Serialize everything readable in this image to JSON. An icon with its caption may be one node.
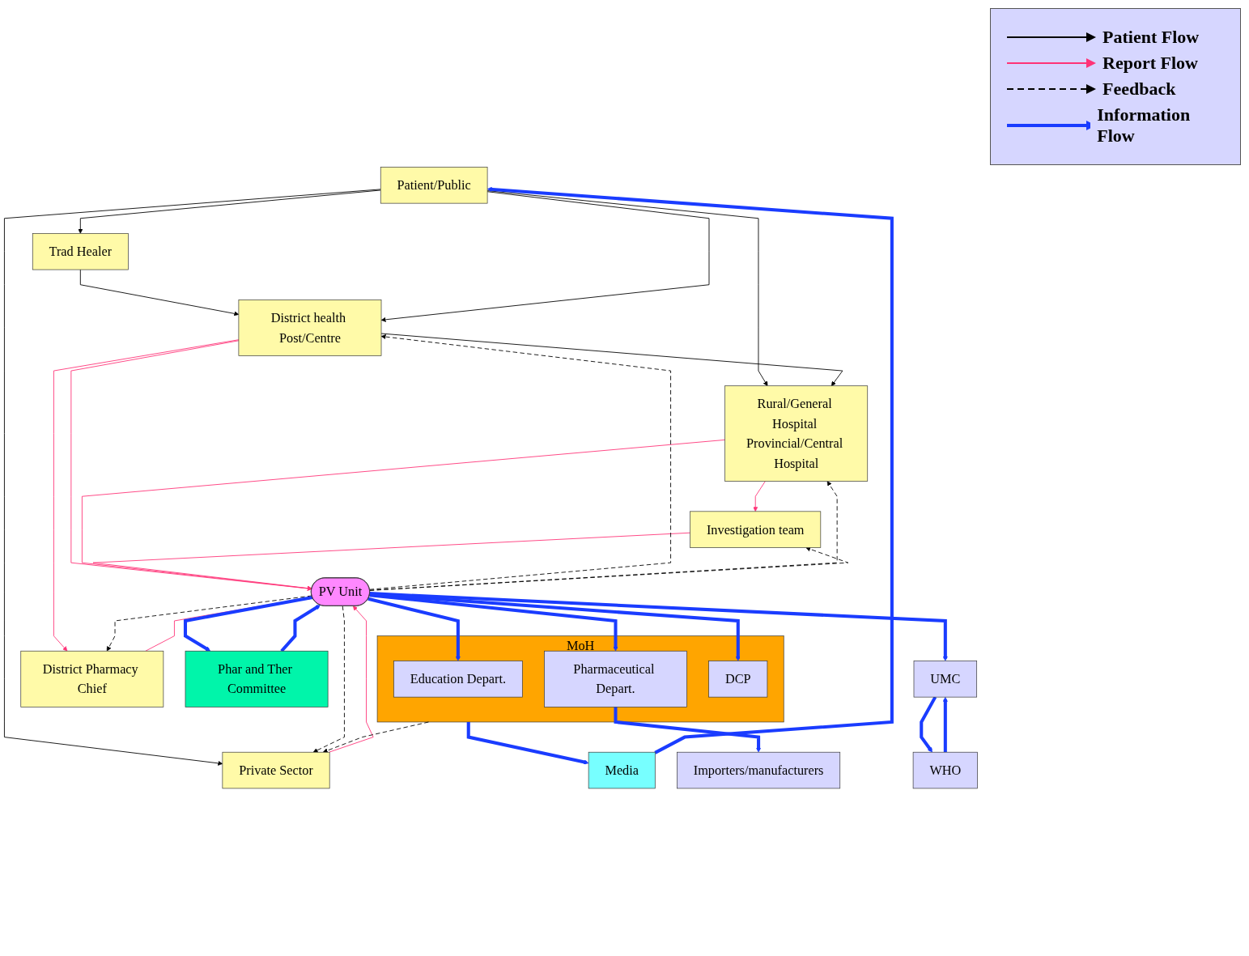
{
  "diagram": {
    "nodes": [
      {
        "text": [
          "Patient/Public"
        ]
      },
      {
        "text": [
          "Trad Healer"
        ]
      },
      {
        "text": [
          "District health Post/Centre"
        ]
      },
      {
        "text": [
          "Rural/General Hospital Provincial/Central Hospital"
        ]
      },
      {
        "text": [
          "Private Sector"
        ]
      },
      {
        "text": [
          "Investigation team"
        ]
      },
      {
        "text": [
          "District Pharmacy Chief"
        ]
      },
      {
        "text": [
          "PV Unit"
        ]
      },
      {
        "text": [
          "Phar and Ther Committee"
        ]
      },
      {
        "text": [
          "MoH"
        ]
      },
      {
        "text": [
          "Education Depart."
        ],
        "in": 9
      },
      {
        "text": [
          "Pharmaceutical Depart."
        ],
        "in": 9
      },
      {
        "text": [
          "DCP"
        ],
        "in": 9
      },
      {
        "text": [
          "Media"
        ]
      },
      {
        "text": [
          "Importers/manufacturers"
        ]
      },
      {
        "text": [
          "UMC"
        ]
      },
      {
        "text": [
          "WHO"
        ]
      }
    ],
    "edges": [
      {
        "from": 0,
        "to": 1,
        "arrow": "to"
      },
      {
        "from": 1,
        "to": 2,
        "arrow": "to"
      },
      {
        "from": 0,
        "to": 2,
        "arrow": "to"
      },
      {
        "from": 0,
        "to": 3,
        "arrow": "to"
      },
      {
        "from": 0,
        "to": 4,
        "arrow": "to"
      },
      {
        "from": 2,
        "to": 3,
        "arrow": "to"
      },
      {
        "from": 2,
        "to": 6,
        "arrow": "to",
        "color": "#ff3377"
      },
      {
        "from": 2,
        "to": 7,
        "arrow": "to",
        "color": "#ff3377"
      },
      {
        "from": 3,
        "to": 5,
        "arrow": "to",
        "color": "#ff3377"
      },
      {
        "from": 3,
        "to": 7,
        "arrow": "to",
        "color": "#ff3377"
      },
      {
        "from": 5,
        "to": 7,
        "arrow": "to",
        "color": "#ff3377"
      },
      {
        "from": 6,
        "to": 7,
        "arrow": "to",
        "color": "#ff3377"
      },
      {
        "from": 4,
        "to": 7,
        "arrow": "to",
        "color": "#ff3377"
      },
      {
        "from": 7,
        "to": 2,
        "arrow": "to",
        "style": "dashed"
      },
      {
        "from": 7,
        "to": 3,
        "arrow": "to",
        "style": "dashed"
      },
      {
        "from": 7,
        "to": 5,
        "arrow": "to",
        "style": "dashed"
      },
      {
        "from": 7,
        "to": 6,
        "arrow": "to",
        "style": "dashed"
      },
      {
        "from": 7,
        "to": 4,
        "arrow": "to",
        "style": "dashed"
      },
      {
        "from": 9,
        "to": 4,
        "arrow": "to",
        "style": "dashed"
      },
      {
        "from": 7,
        "to": 10,
        "arrow": "to",
        "style": "thick",
        "color": "#1a3cff"
      },
      {
        "from": 7,
        "to": 11,
        "arrow": "to",
        "style": "thick",
        "color": "#1a3cff"
      },
      {
        "from": 7,
        "to": 12,
        "arrow": "to",
        "style": "thick",
        "color": "#1a3cff"
      },
      {
        "from": 7,
        "to": 15,
        "arrow": "to",
        "style": "thick",
        "color": "#1a3cff"
      },
      {
        "from": 7,
        "to": 8,
        "arrow": "to",
        "style": "thick",
        "color": "#1a3cff"
      },
      {
        "from": 8,
        "to": 7,
        "arrow": "to",
        "style": "thick",
        "color": "#1a3cff"
      },
      {
        "from": 9,
        "to": 13,
        "arrow": "to",
        "style": "thick",
        "color": "#1a3cff"
      },
      {
        "from": 13,
        "to": 0,
        "arrow": "to",
        "style": "thick",
        "color": "#1a3cff"
      },
      {
        "from": 11,
        "to": 14,
        "arrow": "to",
        "style": "thick",
        "color": "#1a3cff"
      },
      {
        "from": 15,
        "to": 16,
        "arrow": "to",
        "style": "thick",
        "color": "#1a3cff"
      },
      {
        "from": 16,
        "to": 15,
        "arrow": "to",
        "style": "thick",
        "color": "#1a3cff"
      }
    ],
    "legend": [
      {
        "text": "Patient Flow"
      },
      {
        "text": "Report Flow"
      },
      {
        "text": "Feedback"
      },
      {
        "text": "Information Flow"
      }
    ]
  }
}
